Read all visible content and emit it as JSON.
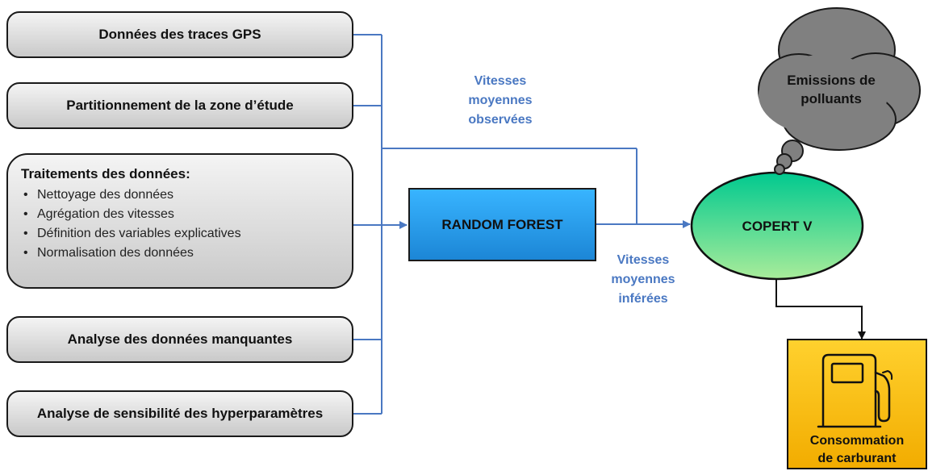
{
  "inputs": {
    "gps": "Données des traces GPS",
    "partition": "Partitionnement de la zone d’étude",
    "treatment": {
      "title": "Traitements des données:",
      "items": [
        "Nettoyage des données",
        "Agrégation des vitesses",
        "Définition des variables explicatives",
        "Normalisation des données"
      ]
    },
    "missing": "Analyse des données manquantes",
    "sensitivity": "Analyse de sensibilité des hyperparamètres"
  },
  "model": "RANDOM FOREST",
  "labels": {
    "observed": "Vitesses\nmoyennes\nobservées",
    "inferred": "Vitesses\nmoyennes\ninférées"
  },
  "copert": "COPERT V",
  "emissions": "Emissions de\npolluants",
  "fuel": "Consommation\nde carburant",
  "colors": {
    "connector": "#4a78c2",
    "label": "#4a78c2",
    "model_fill": "#1c86d6",
    "copert_fill": "#00c98f",
    "cloud_fill": "#808080",
    "fuel_fill": "#ffc000"
  },
  "icons": [
    "fuel-pump-icon"
  ]
}
